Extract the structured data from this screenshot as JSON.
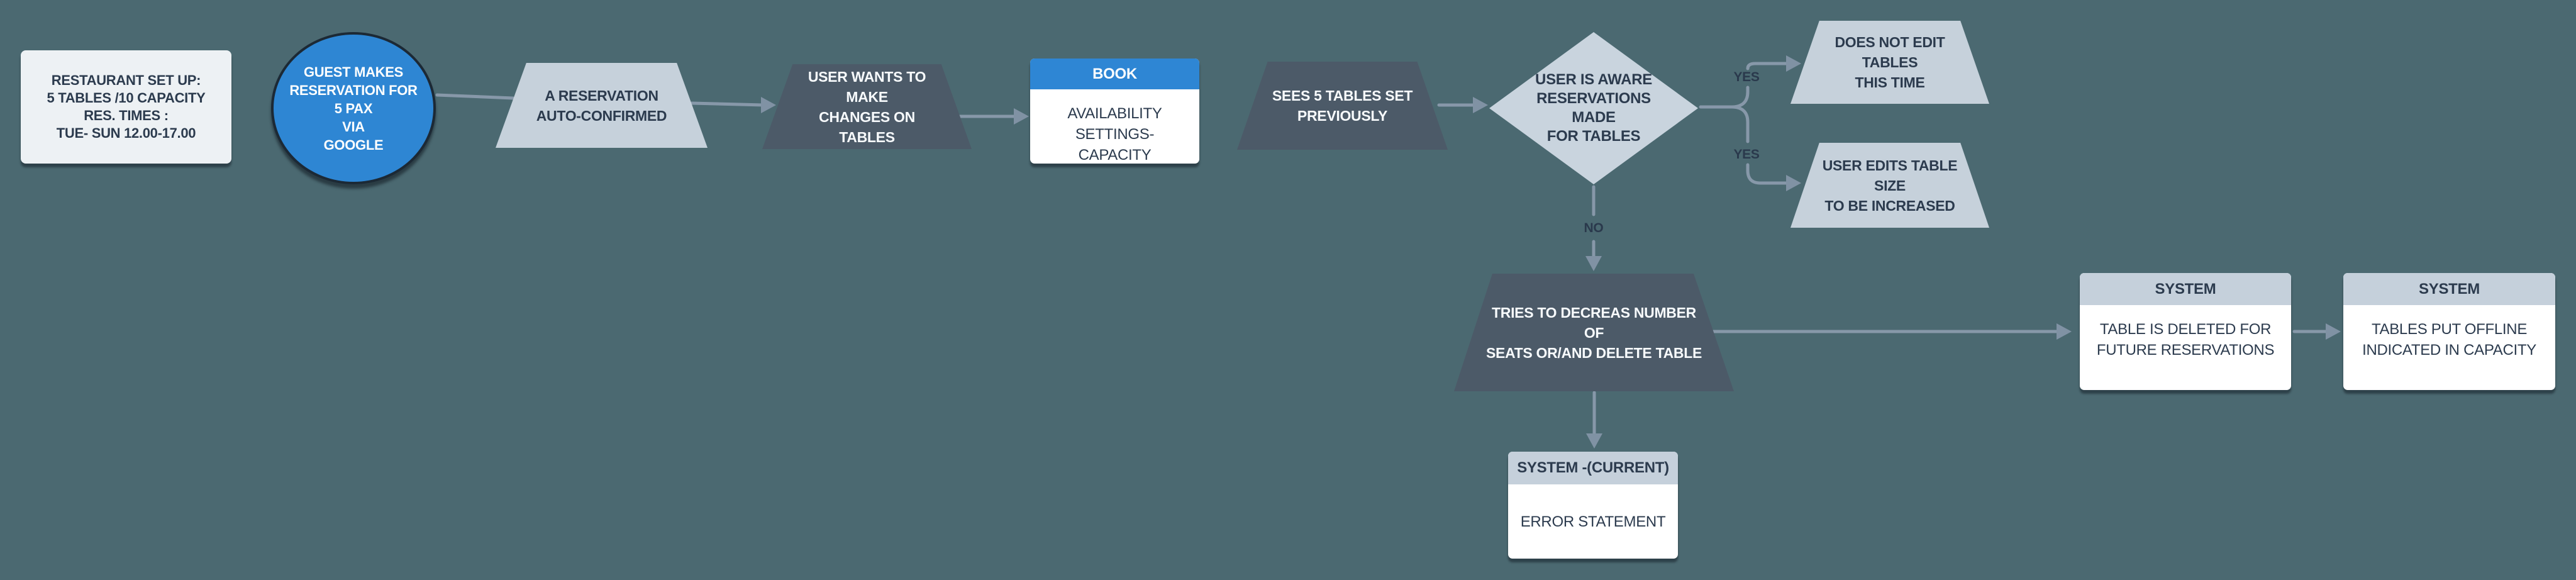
{
  "canvas": {
    "background": "#4B6971"
  },
  "colors": {
    "accent_blue": "#2E86D4",
    "node_dark": "#4C5A68",
    "node_light": "#C6D1DB",
    "card_header_gray": "#C5D0DB",
    "card_body_white": "#FFFFFF",
    "connector": "#8798A9",
    "text_dark": "#2C3B4E",
    "text_light": "#FFFFFF"
  },
  "nodes": {
    "restaurant_setup": {
      "text": "RESTAURANT SET UP:\n5 TABLES /10 CAPACITY\nRES. TIMES :\nTUE- SUN 12.00-17.00"
    },
    "guest_reservation": {
      "text": "GUEST MAKES\nRESERVATION FOR\n5 PAX\nVIA\nGOOGLE"
    },
    "auto_confirmed": {
      "text": "A RESERVATION\nAUTO-CONFIRMED"
    },
    "user_wants_changes": {
      "text": "USER WANTS TO MAKE\nCHANGES ON TABLES"
    },
    "book": {
      "header": "BOOK",
      "body": "AVAILABILITY SETTINGS-\nCAPACITY"
    },
    "sees_tables": {
      "text": "SEES 5 TABLES SET\nPREVIOUSLY"
    },
    "user_aware": {
      "text": "USER IS AWARE\nRESERVATIONS MADE\nFOR TABLES"
    },
    "does_not_edit": {
      "text": "DOES NOT EDIT TABLES\nTHIS TIME"
    },
    "user_edits": {
      "text": "USER EDITS TABLE SIZE\nTO BE INCREASED"
    },
    "tries_decrease": {
      "text": "TRIES TO DECREAS NUMBER OF\nSEATS OR/AND DELETE TABLE"
    },
    "system_delete": {
      "header": "SYSTEM",
      "body": "TABLE IS DELETED FOR\nFUTURE RESERVATIONS"
    },
    "system_offline": {
      "header": "SYSTEM",
      "body": "TABLES PUT OFFLINE\nINDICATED IN CAPACITY"
    },
    "system_current": {
      "header": "SYSTEM -(CURRENT)",
      "body": "ERROR STATEMENT"
    }
  },
  "labels": {
    "yes_top": "YES",
    "yes_bottom": "YES",
    "no": "NO"
  }
}
